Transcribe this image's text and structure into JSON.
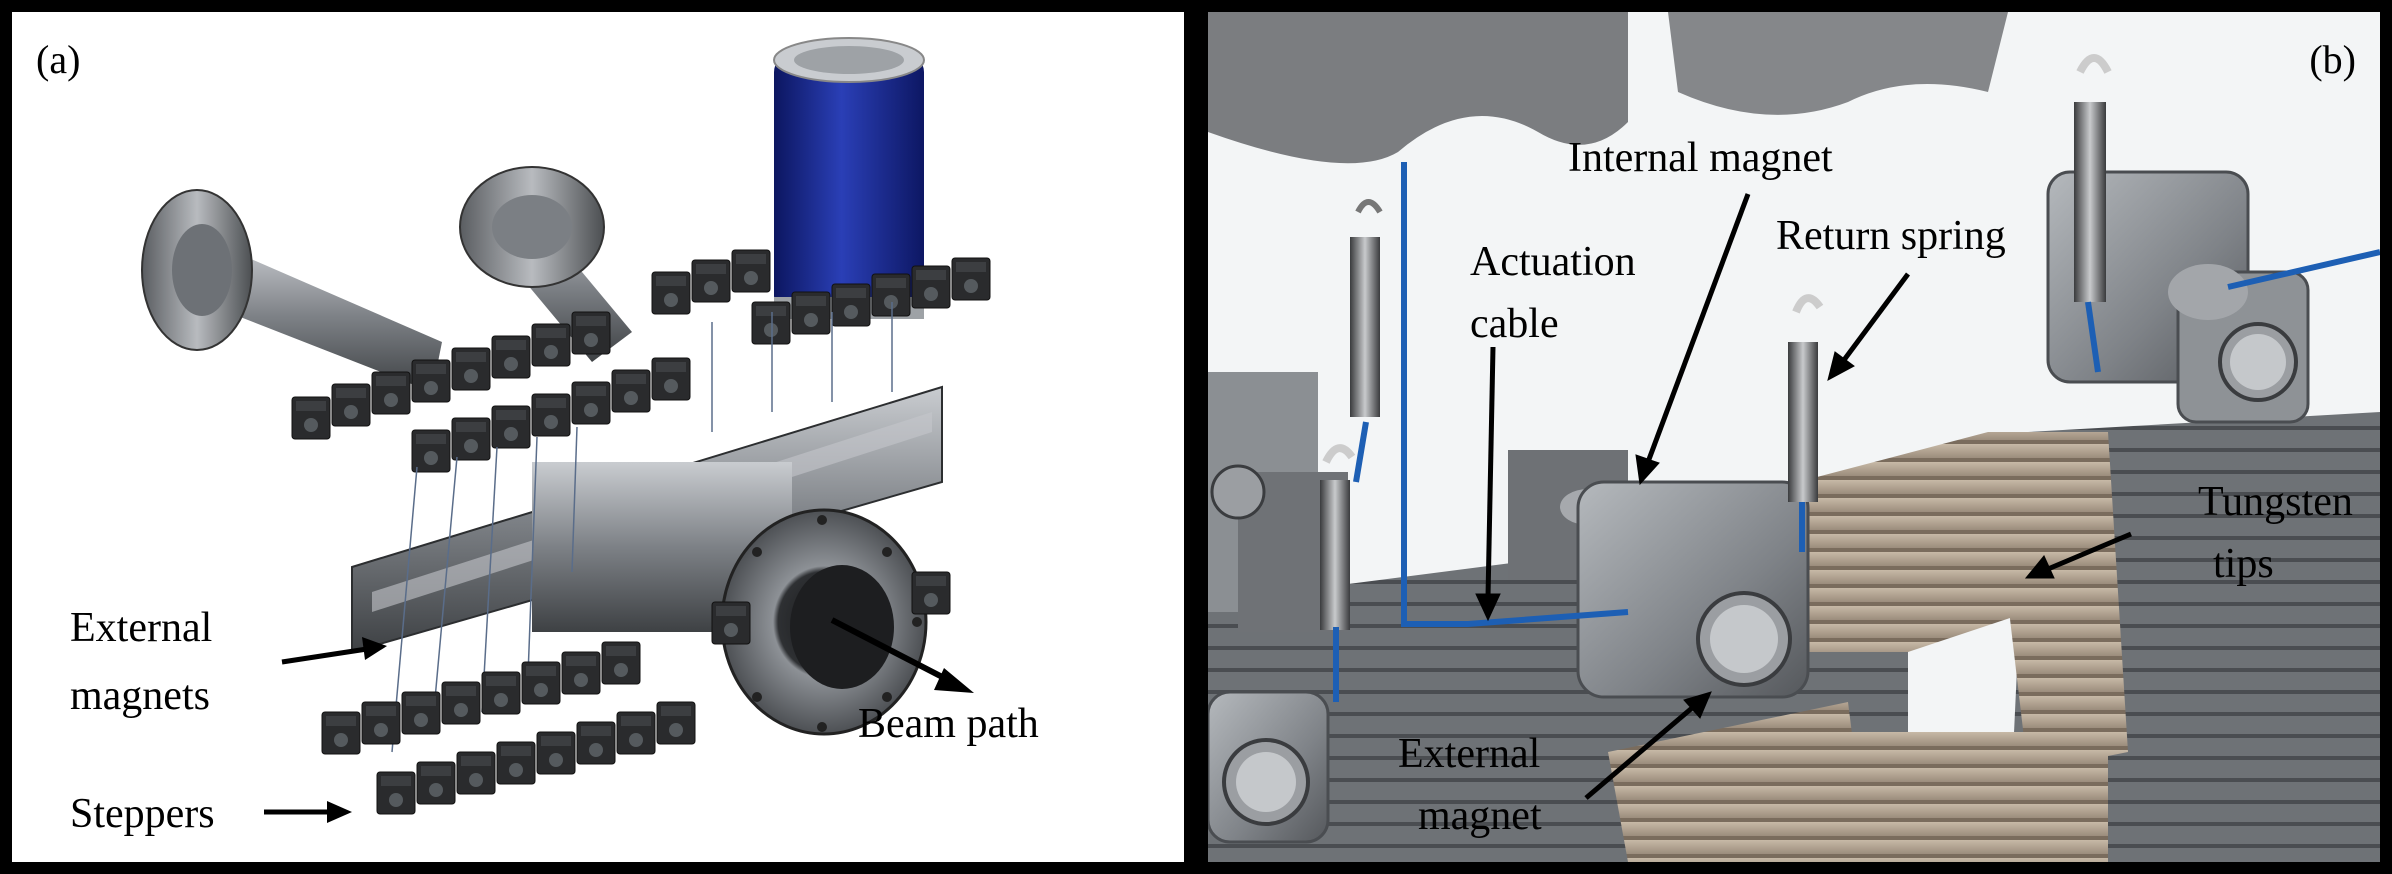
{
  "panel_a": {
    "label": "(a)",
    "annotations": {
      "external_magnets_line1": "External",
      "external_magnets_line2": "magnets",
      "steppers": "Steppers",
      "beam_path": "Beam path"
    }
  },
  "panel_b": {
    "label": "(b)",
    "annotations": {
      "internal_magnet": "Internal magnet",
      "actuation_cable_line1": "Actuation",
      "actuation_cable_line2": "cable",
      "return_spring": "Return spring",
      "tungsten_tips_line1": "Tungsten",
      "tungsten_tips_line2": "tips",
      "external_magnet_line1": "External",
      "external_magnet_line2": "magnet"
    }
  },
  "colors": {
    "frame": "#000000",
    "steel": "#8e9296",
    "dark_steel": "#4a4d50",
    "stepper_body": "#2a2b2d",
    "can_blue": "#1b2a8c",
    "cable_blue": "#1d5fb4",
    "tungsten": "#b3a390"
  }
}
